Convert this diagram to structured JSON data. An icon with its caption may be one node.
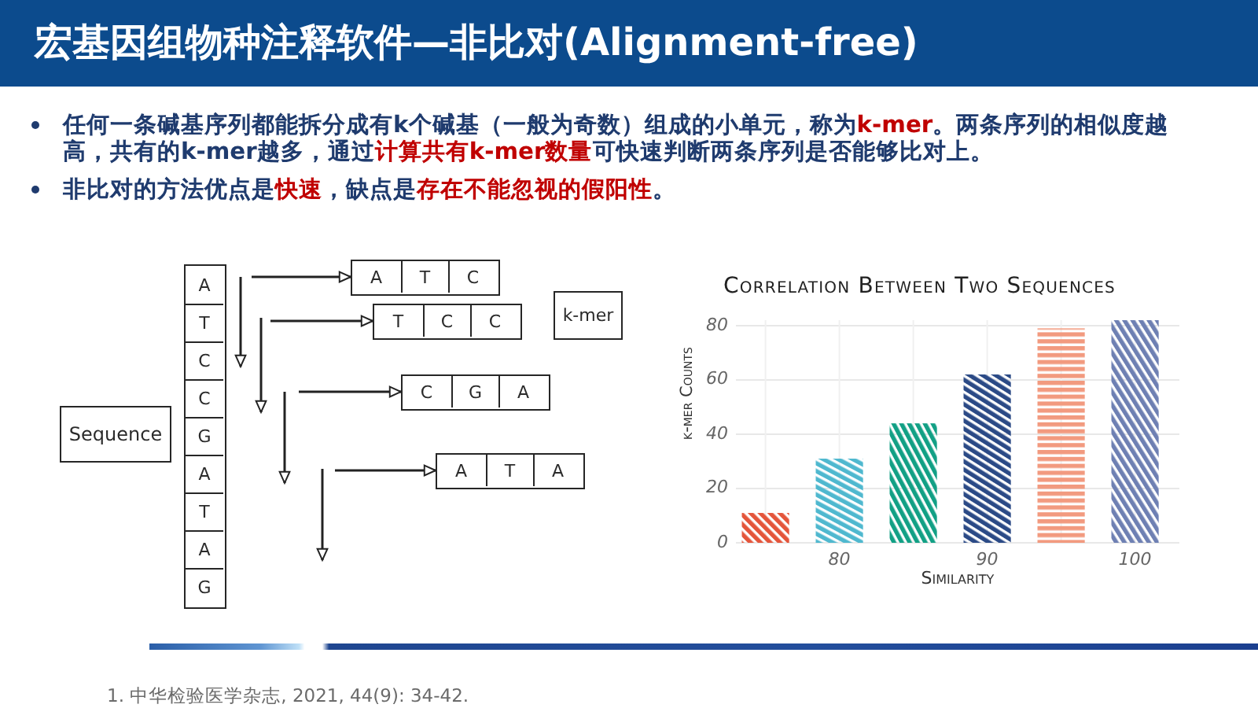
{
  "diagram": {
    "title": "宏基因组物种注释软件—非比对(Alignment-free)",
    "nodes": [
      {
        "text": [
          "Sequence"
        ]
      },
      {
        "text": [],
        "shape": "box"
      },
      {
        "text": [
          "A"
        ],
        "in": 1
      },
      {
        "text": [
          "T"
        ],
        "in": 1
      },
      {
        "text": [
          "C"
        ],
        "in": 1
      },
      {
        "text": [
          "C"
        ],
        "in": 1
      },
      {
        "text": [
          "G"
        ],
        "in": 1
      },
      {
        "text": [
          "A"
        ],
        "in": 1
      },
      {
        "text": [
          "T"
        ],
        "in": 1
      },
      {
        "text": [
          "A"
        ],
        "in": 1
      },
      {
        "text": [
          "G"
        ],
        "in": 1
      },
      {
        "text": [],
        "shape": "box"
      },
      {
        "text": [
          "A"
        ],
        "in": 11
      },
      {
        "text": [
          "T"
        ],
        "in": 11
      },
      {
        "text": [
          "C"
        ],
        "in": 11
      },
      {
        "text": [],
        "shape": "box"
      },
      {
        "text": [
          "T"
        ],
        "in": 15
      },
      {
        "text": [
          "C"
        ],
        "in": 15
      },
      {
        "text": [
          "C"
        ],
        "in": 15
      },
      {
        "text": [],
        "shape": "box"
      },
      {
        "text": [
          "C"
        ],
        "in": 19
      },
      {
        "text": [
          "G"
        ],
        "in": 19
      },
      {
        "text": [
          "A"
        ],
        "in": 19
      },
      {
        "text": [],
        "shape": "box"
      },
      {
        "text": [
          "A"
        ],
        "in": 23
      },
      {
        "text": [
          "T"
        ],
        "in": 23
      },
      {
        "text": [
          "A"
        ],
        "in": 23
      },
      {
        "text": [
          "k-mer"
        ]
      }
    ],
    "edges": [
      {
        "from": null,
        "to": 11,
        "arrow": "to"
      },
      {
        "from": null,
        "to": 15,
        "arrow": "to"
      },
      {
        "from": null,
        "to": 19,
        "arrow": "to"
      },
      {
        "from": null,
        "to": 23,
        "arrow": "to"
      }
    ],
    "labels": [
      "任何一条碱基序列都能拆分成有k个碱基（一般为奇数）组成的小单元，称为**k-mer**。两条序列的相似度越高，共有的k-mer越多，通过**计算共有k-mer数量**可快速判断两条序列是否能够比对上。",
      "非比对的方法优点是**快速**，缺点是**存在不能忽视的假阳性**。",
      "1. 中华检验医学杂志, 2021, 44(9): 34-42."
    ],
    "chart_data": {
      "type": "bar",
      "title": "Correlation Between Two Sequences",
      "xlabel": "Similarity",
      "ylabel": "k-mer Counts",
      "x": [
        75,
        80,
        85,
        90,
        95,
        100
      ],
      "series": [
        {
          "color": "#e4553b",
          "values": [
            11,
            null,
            null,
            null,
            null,
            null
          ]
        },
        {
          "color": "#4fb8cf",
          "values": [
            null,
            31,
            null,
            null,
            null,
            null
          ]
        },
        {
          "color": "#12a085",
          "values": [
            null,
            null,
            44,
            null,
            null,
            null
          ]
        },
        {
          "color": "#2b4a86",
          "values": [
            null,
            null,
            null,
            62,
            null,
            null
          ]
        },
        {
          "color": "#f29a7f",
          "values": [
            null,
            null,
            null,
            null,
            79,
            null
          ]
        },
        {
          "color": "#6e80b3",
          "values": [
            null,
            null,
            null,
            null,
            null,
            82
          ]
        }
      ],
      "stacked": true,
      "grid": true,
      "xlim": [
        73,
        103
      ],
      "ylim": [
        0,
        82
      ],
      "xticks": [
        80,
        90,
        100
      ],
      "yticks": [
        0,
        20,
        40,
        60,
        80
      ]
    }
  }
}
